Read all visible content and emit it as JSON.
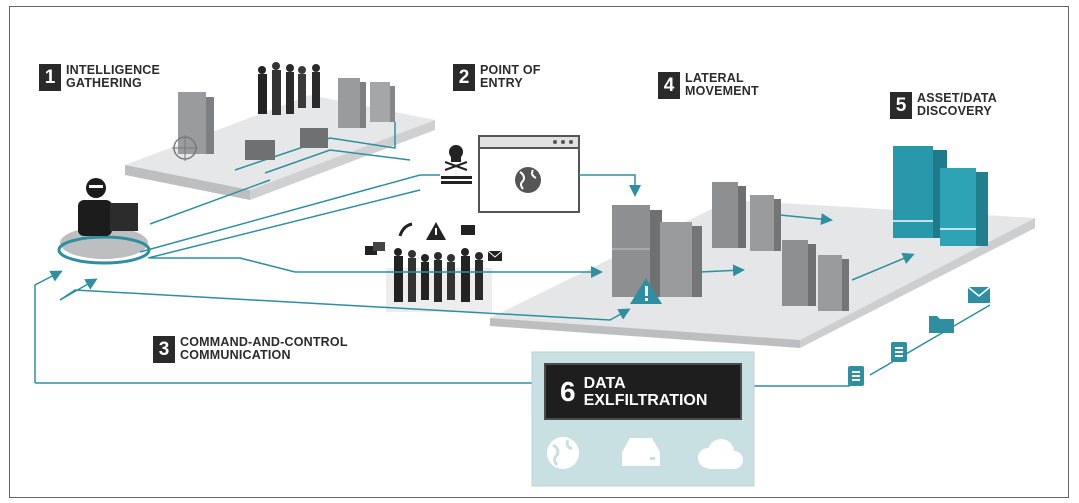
{
  "steps": [
    {
      "number": "1",
      "line1": "INTELLIGENCE",
      "line2": "GATHERING"
    },
    {
      "number": "2",
      "line1": "POINT OF",
      "line2": "ENTRY"
    },
    {
      "number": "3",
      "line1": "COMMAND-AND-CONTROL",
      "line2": "COMMUNICATION"
    },
    {
      "number": "4",
      "line1": "LATERAL",
      "line2": "MOVEMENT"
    },
    {
      "number": "5",
      "line1": "ASSET/DATA",
      "line2": "DISCOVERY"
    }
  ],
  "exfiltration": {
    "number": "6",
    "line1": "DATA",
    "line2": "EXLFILTRATION"
  },
  "colors": {
    "accent": "#2e8fa0",
    "server_teal": "#2a98ab",
    "panel_teal": "#c9e0e3",
    "platform": "#e9eaeb",
    "dark": "#2a2a2a"
  },
  "icons": [
    "attacker-icon",
    "skull-crossbones-icon",
    "browser-window-icon",
    "globe-icon",
    "warning-icon",
    "envelope-icon",
    "folder-icon",
    "document-icon",
    "hard-drive-icon",
    "cloud-icon",
    "phone-icon",
    "speech-bubble-icon"
  ]
}
